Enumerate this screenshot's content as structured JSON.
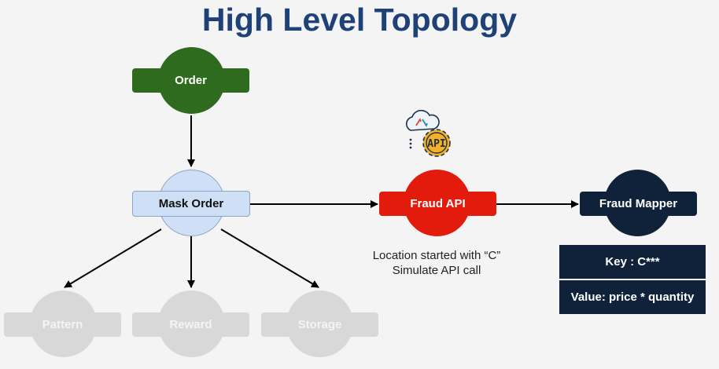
{
  "title": "High Level Topology",
  "nodes": {
    "order": {
      "label": "Order",
      "color": "#2e6b1e"
    },
    "mask_order": {
      "label": "Mask Order",
      "color": "#cfe0f6"
    },
    "fraud_api": {
      "label": "Fraud API",
      "color": "#e21b0c"
    },
    "fraud_mapper": {
      "label": "Fraud Mapper",
      "color": "#10213a"
    },
    "pattern": {
      "label": "Pattern",
      "color": "#d8d8d8"
    },
    "reward": {
      "label": "Reward",
      "color": "#d8d8d8"
    },
    "storage": {
      "label": "Storage",
      "color": "#d8d8d8"
    }
  },
  "note": {
    "line1": "Location started with “C”",
    "line2": "Simulate API call"
  },
  "mapper_table": {
    "key": "Key : C***",
    "value": "Value: price * quantity"
  },
  "icon": {
    "name": "cloud-api-gear-icon",
    "text": "API"
  }
}
